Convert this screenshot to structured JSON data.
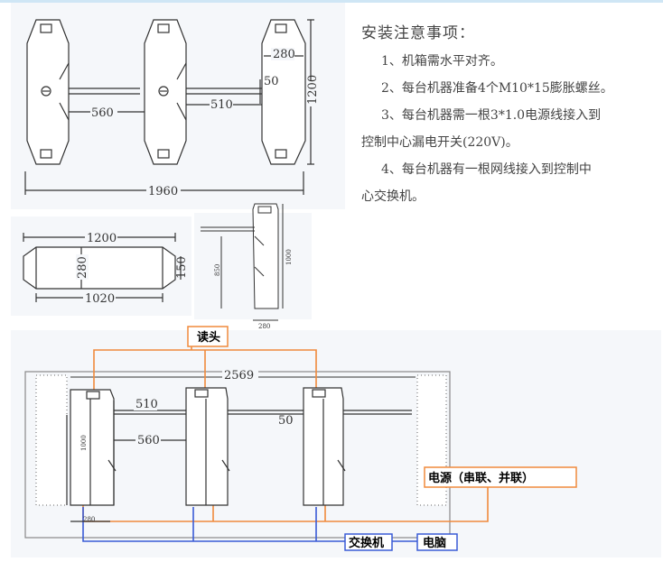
{
  "notes": {
    "title": "安装注意事项：",
    "items": [
      "1、机箱需水平对齐。",
      "2、每台机器准备4个M10*15膨胀螺丝。",
      "3、每台机器需一根3*1.0电源线接入到",
      "控制中心漏电开关(220V)。",
      "4、每台机器有一根网线接入到控制中",
      "心交换机。"
    ]
  },
  "top_view": {
    "dim_280": "280",
    "dim_50": "50",
    "dim_1200": "1200",
    "dim_560": "560",
    "dim_510": "510",
    "dim_1960": "1960"
  },
  "cabinet_top": {
    "dim_1200": "1200",
    "dim_280": "280",
    "dim_150": "150",
    "dim_1020": "1020"
  },
  "side_view": {
    "dim_850": "850",
    "dim_1000": "1000",
    "dim_280": "280"
  },
  "front_view": {
    "reader_label": "读头",
    "dim_2569": "2569",
    "dim_510": "510",
    "dim_560": "560",
    "dim_50": "50",
    "dim_1000": "1000",
    "dim_280": "280",
    "power_label": "电源（串联、并联）",
    "switch_label": "交换机",
    "pc_label": "电脑"
  },
  "colors": {
    "wiring_orange": "#f08a3c",
    "wiring_blue": "#3a5bd6",
    "frame_gray": "#888888"
  }
}
